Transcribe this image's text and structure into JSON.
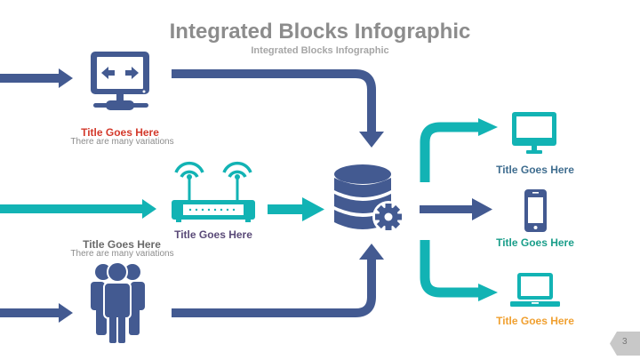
{
  "header": {
    "title": "Integrated Blocks Infographic",
    "subtitle": "Integrated Blocks Infographic"
  },
  "colors": {
    "navy": "#435a91",
    "teal": "#12b3b4",
    "red": "#d33a2c",
    "gray_text": "#8c8c8c",
    "purple": "#5a4a78",
    "blue_label": "#3f6d8f",
    "green_label": "#1a9e8a",
    "orange": "#f0a030"
  },
  "nodes": {
    "monitor": {
      "icon": "monitor-transfer-icon",
      "title": "Title Goes Here",
      "desc": "There are many variations"
    },
    "router": {
      "icon": "wifi-router-icon",
      "title": "Title Goes Here"
    },
    "people": {
      "icon": "people-group-icon",
      "title": "Title Goes Here",
      "desc": "There are many variations"
    },
    "database": {
      "icon": "database-gear-icon"
    },
    "desktop": {
      "icon": "desktop-icon",
      "title": "Title Goes Here"
    },
    "phone": {
      "icon": "smartphone-icon",
      "title": "Title Goes Here"
    },
    "laptop": {
      "icon": "laptop-icon",
      "title": "Title Goes Here"
    }
  },
  "footer": {
    "page_number": "3"
  }
}
